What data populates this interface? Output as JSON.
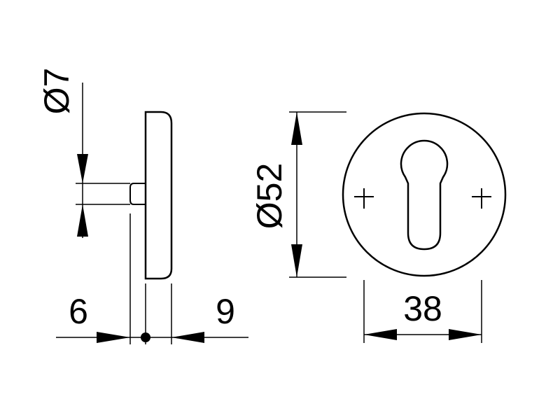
{
  "drawing": {
    "dimensions": {
      "pin_diameter": "Ø7",
      "rosette_diameter": "Ø52",
      "pin_length": "6",
      "rosette_thickness": "9",
      "hole_spacing": "38"
    },
    "colors": {
      "line": "#000000",
      "background": "#ffffff"
    }
  }
}
